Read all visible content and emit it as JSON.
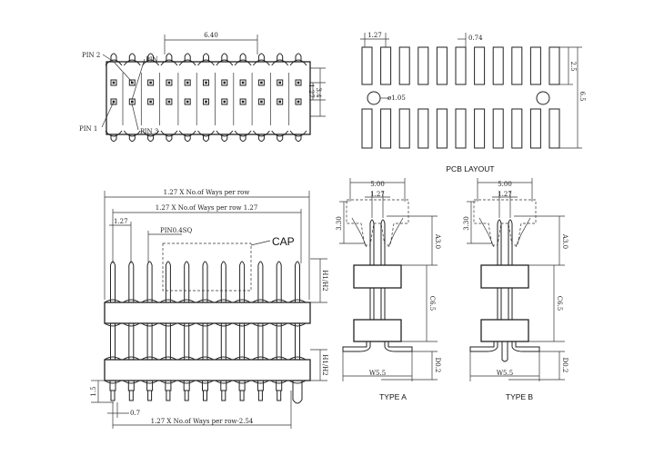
{
  "top_view": {
    "dim_pitch_total": "6.40",
    "dim_row_pitch": "1.27",
    "dim_height": "3.4",
    "pin2": "PIN 2",
    "pin4": "PIN",
    "pin1": "PIN 1",
    "pin3": "PIN 3"
  },
  "pcb_layout": {
    "title": "PCB LAYOUT",
    "dim_pitch": "1.27",
    "dim_pad": "0.74",
    "dim_row": "2.5",
    "dim_total": "6.5",
    "dim_hole": "ø1.05"
  },
  "side_view": {
    "dim_total": "1.27 X No.of Ways per row",
    "dim_inner": "1.27 X No.of Ways per row 1.27",
    "dim_pitch": "1.27",
    "pin_label": "PIN0.4SQ",
    "cap_label": "CAP",
    "dim_h1": "H1/H2",
    "dim_h2": "H1/H2",
    "dim_left": "1.5",
    "dim_bottom": "0.7",
    "dim_bottom_total": "1.27 X No.of Ways per row-2.54"
  },
  "type_a": {
    "label": "TYPE A",
    "dim_width": "5.00",
    "dim_pitch": "1.27",
    "dim_cap": "3.30",
    "dim_a": "A3.0",
    "dim_c": "C6.5",
    "dim_d": "D0.2",
    "dim_w": "W5.5"
  },
  "type_b": {
    "label": "TYPE B",
    "dim_width": "5.00",
    "dim_pitch": "1.27",
    "dim_cap": "3.30",
    "dim_a": "A3.0",
    "dim_c": "C6.5",
    "dim_d": "D0.2",
    "dim_w": "W5.5"
  }
}
